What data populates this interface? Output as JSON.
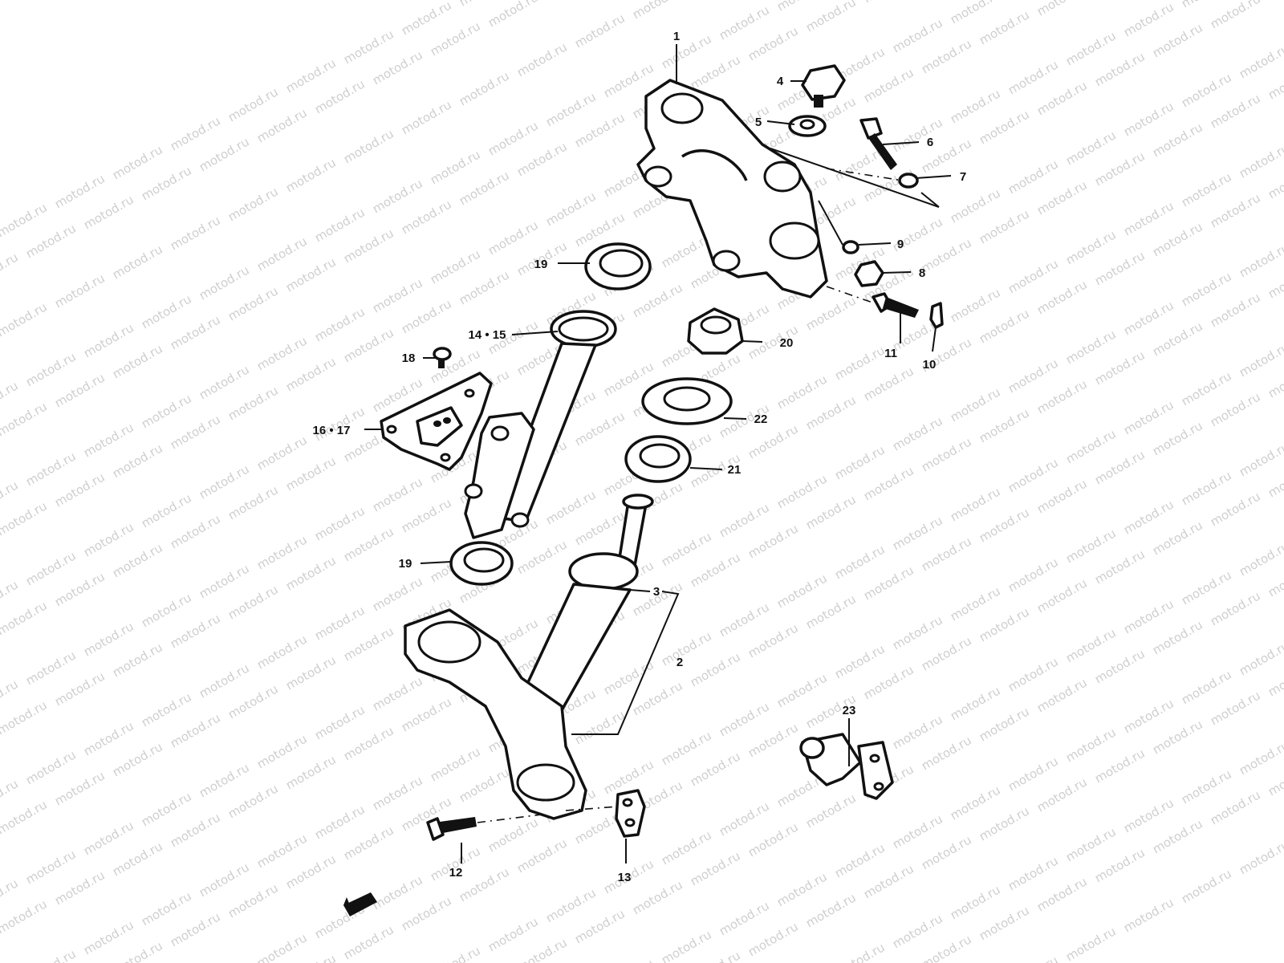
{
  "watermark": "motod.ru",
  "callouts": [
    {
      "id": "1",
      "label": "1"
    },
    {
      "id": "2",
      "label": "2"
    },
    {
      "id": "3",
      "label": "3"
    },
    {
      "id": "4",
      "label": "4"
    },
    {
      "id": "5",
      "label": "5"
    },
    {
      "id": "6",
      "label": "6"
    },
    {
      "id": "7",
      "label": "7"
    },
    {
      "id": "8",
      "label": "8"
    },
    {
      "id": "9",
      "label": "9"
    },
    {
      "id": "10",
      "label": "10"
    },
    {
      "id": "11",
      "label": "11"
    },
    {
      "id": "12",
      "label": "12"
    },
    {
      "id": "13",
      "label": "13"
    },
    {
      "id": "14-15",
      "label": "14 • 15"
    },
    {
      "id": "16-17",
      "label": "16 • 17"
    },
    {
      "id": "18",
      "label": "18"
    },
    {
      "id": "19a",
      "label": "19"
    },
    {
      "id": "19b",
      "label": "19"
    },
    {
      "id": "20",
      "label": "20"
    },
    {
      "id": "21",
      "label": "21"
    },
    {
      "id": "22",
      "label": "22"
    },
    {
      "id": "23",
      "label": "23"
    }
  ]
}
